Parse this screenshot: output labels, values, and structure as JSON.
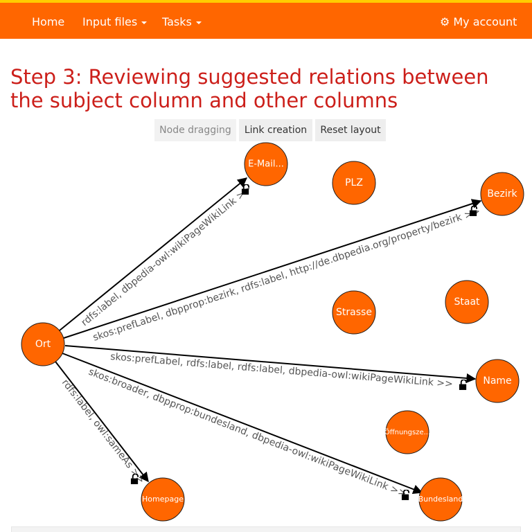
{
  "navbar": {
    "home": "Home",
    "input_files": "Input files",
    "tasks": "Tasks",
    "account": "My account"
  },
  "page": {
    "title": "Step 3: Reviewing suggested relations between the subject column and other columns"
  },
  "toolbar": {
    "node_dragging": "Node dragging",
    "link_creation": "Link creation",
    "reset_layout": "Reset layout"
  },
  "colors": {
    "brand": "#ff6600",
    "title": "#cc1f1a",
    "node": "#ff6600"
  },
  "graph": {
    "nodes": {
      "ort": "Ort",
      "email": "E-Mail...",
      "plz": "PLZ",
      "bezirk": "Bezirk",
      "strasse": "Strasse",
      "staat": "Staat",
      "name": "Name",
      "oeffnungszeiten": "Öffnungsze...",
      "homepage": "Homepage",
      "bundesland": "Bundesland"
    },
    "edges": {
      "email": "rdfs:label, dbpedia-owl:wikiPageWikiLink >>",
      "bezirk": "skos:prefLabel, dbpprop:bezirk, rdfs:label, http://de.dbpedia.org/property/bezirk >>",
      "name": "skos:prefLabel, rdfs:label, rdfs:label, dbpedia-owl:wikiPageWikiLink >>",
      "bundesland": "skos:broader, dbpprop:bundesland, dbpedia-owl:wikiPageWikiLink >>",
      "homepage": "rdfs:label, owl:sameAs >>"
    },
    "lock_icon": "padlock-icon"
  }
}
